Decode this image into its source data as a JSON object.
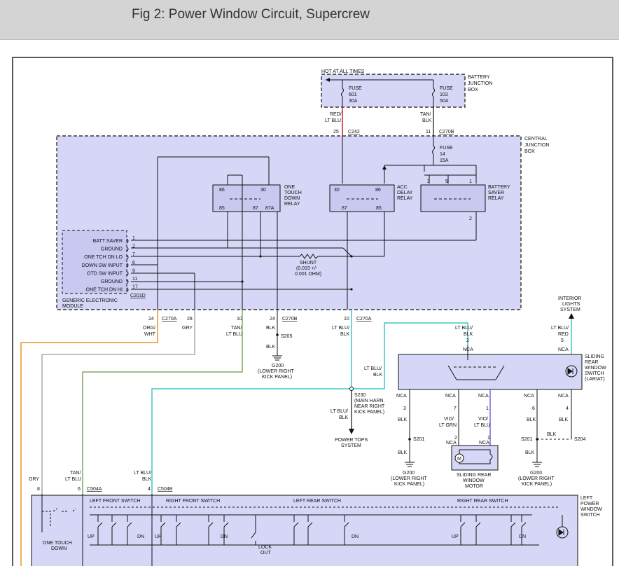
{
  "header": {
    "title": "Fig 2: Power Window Circuit, Supercrew"
  },
  "colors": {
    "box_fill": "#d6d6f7",
    "wire_orange": "#e8942a",
    "wire_gray": "#a8a8a8",
    "wire_tan": "#7fa860",
    "wire_cyan": "#3cc8c8",
    "wire_red": "#cc2222",
    "wire_violet": "#6a4bd8",
    "wire_black": "#111111"
  },
  "battery_box": {
    "hot": "HOT AT ALL TIMES",
    "name_1": "BATTERY",
    "name_2": "JUNCTION",
    "name_3": "BOX",
    "fuse1_a": "FUSE",
    "fuse1_b": "601",
    "fuse1_c": "30A",
    "fuse2_a": "FUSE",
    "fuse2_b": "103",
    "fuse2_c": "50A"
  },
  "top_wires": {
    "w1_a": "RED/",
    "w1_b": "LT BLU",
    "w1_pin": "25",
    "w1_conn": "C242",
    "w2_a": "TAN/",
    "w2_b": "BLK",
    "w2_pin": "11",
    "w2_conn": "C270B"
  },
  "central_box": {
    "name_1": "CENTRAL",
    "name_2": "JUNCTION",
    "name_3": "BOX",
    "fuse_a": "FUSE",
    "fuse_b": "14",
    "fuse_c": "15A",
    "r1_1": "ONE",
    "r1_2": "TOUCH",
    "r1_3": "DOWN",
    "r1_4": "RELAY",
    "r1_p86": "86",
    "r1_p30": "30",
    "r1_p85": "85",
    "r1_p87": "87",
    "r1_p87a": "87A",
    "r2_1": "ACC",
    "r2_2": "DELAY",
    "r2_3": "RELAY",
    "r2_p30": "30",
    "r2_p86": "86",
    "r2_p87": "87",
    "r2_p85": "85",
    "r3_1": "BATTERY",
    "r3_2": "SAVER",
    "r3_3": "RELAY",
    "r3_p3": "3",
    "r3_p5": "5",
    "r3_p1": "1",
    "r3_p2": "2",
    "shunt_1": "SHUNT",
    "shunt_2": "(0.015 +/-",
    "shunt_3": "0.001 OHM)"
  },
  "gem": {
    "rows": [
      {
        "label": "BATT SAVER",
        "pin": "1"
      },
      {
        "label": "GROUND",
        "pin": "2"
      },
      {
        "label": "ONE TCH DN LO",
        "pin": "7"
      },
      {
        "label": "DOWN SW INPUT",
        "pin": "6"
      },
      {
        "label": "OTD SW INPUT",
        "pin": "9"
      },
      {
        "label": "GROUND",
        "pin": "11"
      },
      {
        "label": "ONE TCH DN HI",
        "pin": "17"
      }
    ],
    "conn": "C201D",
    "name_1": "GENERIC ELECTRONIC",
    "name_2": "MODULE"
  },
  "bottom_pins": {
    "p24a": "24",
    "c270a_1": "C270A",
    "p28": "28",
    "p10a": "10",
    "p24b": "24",
    "c270b": "C270B",
    "p10b": "10",
    "c270a_2": "C270A",
    "orgwht_1": "ORG/",
    "orgwht_2": "WHT",
    "gry": "GRY",
    "tanlt_1": "TAN/",
    "tanlt_2": "LT BLU",
    "blk": "BLK",
    "s205": "S205",
    "blk2": "BLK",
    "g200_1": "G200",
    "g200_2": "(LOWER RIGHT",
    "g200_3": "KICK PANEL)",
    "ltblk_1": "LT BLU/",
    "ltblk_2": "BLK"
  },
  "splice": {
    "ltblk_1": "LT BLU/",
    "ltblk_2": "BLK",
    "s230_1": "S230",
    "s230_2": "(MAIN HARN.",
    "s230_3": "NEAR RIGHT",
    "s230_4": "KICK PANEL)",
    "ltblk2_1": "LT BLU/",
    "ltblk2_2": "BLK",
    "pts_1": "POWER TOPS",
    "pts_2": "SYSTEM"
  },
  "rear_switch": {
    "interior_1": "INTERIOR",
    "interior_2": "LIGHTS",
    "interior_3": "SYSTEM",
    "top_w1_a": "LT BLU/",
    "top_w1_b": "BLK",
    "top_w1_pin": "2",
    "nca_a": "NCA",
    "top_w2_a": "LT BLU/",
    "top_w2_b": "RED",
    "top_w2_pin": "5",
    "nca_b": "NCA",
    "name_1": "SLIDING",
    "name_2": "REAR",
    "name_3": "WINDOW",
    "name_4": "SWITCH",
    "name_5": "(LARIAT)",
    "nca_1": "NCA",
    "nca_2": "NCA",
    "nca_3": "NCA",
    "nca_4": "NCA",
    "nca_5": "NCA",
    "pin_3": "3",
    "pin_7": "7",
    "pin_1": "1",
    "pin_6": "6",
    "pin_4": "4",
    "blk_1": "BLK",
    "vio_1": "VIO/",
    "vio_2": "LT GRN",
    "vio_3": "VIO/",
    "vio_4": "LT BLU",
    "blk_2": "BLK",
    "blk_3": "BLK",
    "blk_4": "BLK",
    "s201_a": "S201",
    "s201_b": "S201",
    "s204": "S204",
    "mpin_2": "2",
    "mpin_1": "1",
    "mnca_1": "NCA",
    "mnca_2": "NCA",
    "blk_5": "BLK",
    "blk_6": "BLK",
    "g200a_1": "G200",
    "g200a_2": "(LOWER RIGHT",
    "g200a_3": "KICK PANEL)",
    "motor_1": "SLIDING REAR",
    "motor_2": "WINDOW",
    "motor_3": "MOTOR",
    "g200b_1": "G200",
    "g200b_2": "(LOWER RIGHT",
    "g200b_3": "KICK PANEL)",
    "motor_m": "M"
  },
  "lower": {
    "gry": "GRY",
    "tan_1": "TAN/",
    "tan_2": "LT BLU",
    "lb_1": "LT BLU/",
    "lb_2": "BLK",
    "p8": "8",
    "p6": "6",
    "c504a": "C504A",
    "p4": "4",
    "c504b": "C504B",
    "lf": "LEFT FRONT SWITCH",
    "rf": "RIGHT FRONT SWITCH",
    "lr": "LEFT REAR SWITCH",
    "rr": "RIGHT REAR SWITCH",
    "name_1": "LEFT",
    "name_2": "POWER",
    "name_3": "WINDOW",
    "name_4": "SWITCH",
    "up1": "UP",
    "dn1": "DN",
    "up2": "UP",
    "dn2": "DN",
    "dn3": "DN",
    "up4": "UP",
    "dn4": "DN",
    "otd_1": "ONE TOUCH",
    "otd_2": "DOWN",
    "lock_1": "LOCK",
    "lock_2": "OUT"
  }
}
